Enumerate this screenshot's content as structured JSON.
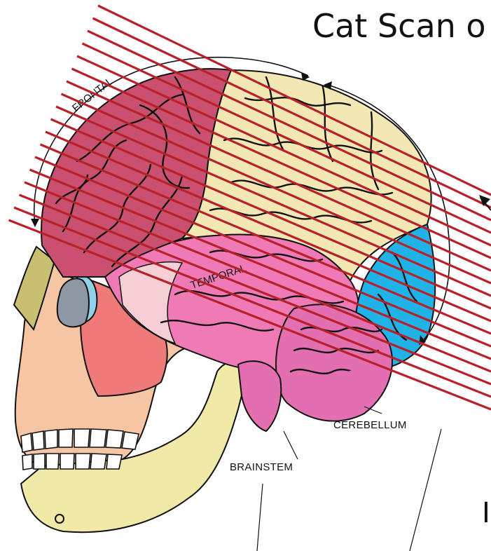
{
  "title": "Cat Scan o",
  "labels": {
    "frontal": "FRONTAL",
    "temporal": "TEMPORAL",
    "cerebellum": "CEREBELLUM",
    "brainstem": "BRAINSTEM",
    "stray_letter": "I"
  },
  "colors": {
    "frontal_lobe": "#c9516f",
    "parietal_lobe": "#f3e8b4",
    "temporal_lobe": "#f07ab6",
    "occipital_lobe": "#1fb3e8",
    "cerebellum": "#e46fb0",
    "face_bone": "#f6c5a4",
    "cheek_bone": "#ef7a7a",
    "jaw": "#f1e9a8",
    "nasal_bone": "#c8c070",
    "eye_socket": "#8e97a4",
    "eye_highlight": "#8fd1e6",
    "scan_lines": "#b8202a",
    "gyri": "#111111"
  },
  "scan_line_count": 18
}
